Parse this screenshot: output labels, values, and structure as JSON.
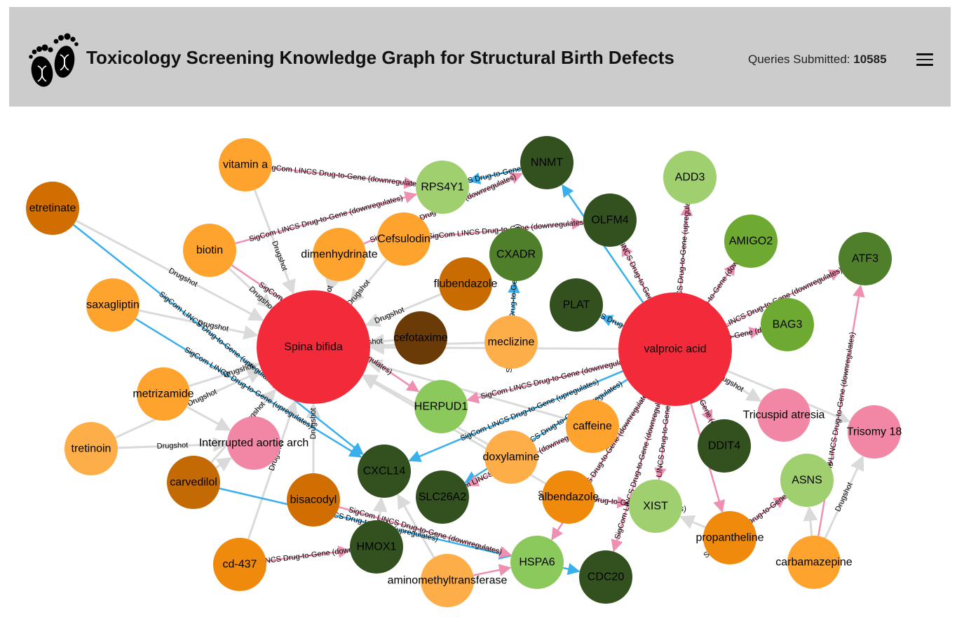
{
  "header": {
    "title": "Toxicology Screening Knowledge Graph for Structural Birth Defects",
    "queries_label": "Queries Submitted:",
    "queries_value": "10585",
    "logo_icon": "baby-footprints-dna-icon",
    "menu_icon": "hamburger-menu-icon"
  },
  "colors": {
    "header_bg": "#cccccc",
    "edge_gray": "#dadada",
    "edge_blue": "#39b0ec",
    "edge_pink": "#ef8fb2"
  },
  "graph": {
    "nodes": [
      {
        "id": "spina",
        "label": "Spina bifida",
        "color": "#f32a3a",
        "size": "large"
      },
      {
        "id": "valproic",
        "label": "valproic acid",
        "color": "#f32a3a",
        "size": "large"
      },
      {
        "id": "vitamin_a",
        "label": "vitamin a",
        "color": "#fea42e"
      },
      {
        "id": "etretinate",
        "label": "etretinate",
        "color": "#d16e02"
      },
      {
        "id": "biotin",
        "label": "biotin",
        "color": "#fea42e"
      },
      {
        "id": "saxagliptin",
        "label": "saxagliptin",
        "color": "#fea42e"
      },
      {
        "id": "metrizamide",
        "label": "metrizamide",
        "color": "#fea42e"
      },
      {
        "id": "tretinoin",
        "label": "tretinoin",
        "color": "#feae48"
      },
      {
        "id": "carvedilol",
        "label": "carvedilol",
        "color": "#c36a04"
      },
      {
        "id": "cd437",
        "label": "cd-437",
        "color": "#f08a0c"
      },
      {
        "id": "interrupted",
        "label": "Interrupted aortic arch",
        "color": "#f186a5"
      },
      {
        "id": "dimenhydrinate",
        "label": "dimenhydrinate",
        "color": "#fea42e"
      },
      {
        "id": "cefsulodin",
        "label": "Cefsulodin",
        "color": "#fea42e"
      },
      {
        "id": "rps4y1",
        "label": "RPS4Y1",
        "color": "#9fcf6f"
      },
      {
        "id": "nnmt",
        "label": "NNMT",
        "color": "#33511f"
      },
      {
        "id": "olfm4",
        "label": "OLFM4",
        "color": "#33511f"
      },
      {
        "id": "cxadr",
        "label": "CXADR",
        "color": "#4f7f2a"
      },
      {
        "id": "flubendazole",
        "label": "flubendazole",
        "color": "#c86c02"
      },
      {
        "id": "plat",
        "label": "PLAT",
        "color": "#33511f"
      },
      {
        "id": "cefotaxime",
        "label": "cefotaxime",
        "color": "#6b3b07"
      },
      {
        "id": "meclizine",
        "label": "meclizine",
        "color": "#feae48"
      },
      {
        "id": "herpud1",
        "label": "HERPUD1",
        "color": "#8bc95c"
      },
      {
        "id": "caffeine",
        "label": "caffeine",
        "color": "#fea42e"
      },
      {
        "id": "doxylamine",
        "label": "doxylamine",
        "color": "#feae48"
      },
      {
        "id": "albendazole",
        "label": "albendazole",
        "color": "#f08a0c"
      },
      {
        "id": "cxcl14",
        "label": "CXCL14",
        "color": "#33511f"
      },
      {
        "id": "slc26a2",
        "label": "SLC26A2",
        "color": "#33511f"
      },
      {
        "id": "bisacodyl",
        "label": "bisacodyl",
        "color": "#d16e02"
      },
      {
        "id": "hmox1",
        "label": "HMOX1",
        "color": "#33511f"
      },
      {
        "id": "aminomethyl",
        "label": "aminomethyltransferase",
        "color": "#feae48"
      },
      {
        "id": "hspa6",
        "label": "HSPA6",
        "color": "#8bc95c"
      },
      {
        "id": "cdc20",
        "label": "CDC20",
        "color": "#33511f"
      },
      {
        "id": "add3",
        "label": "ADD3",
        "color": "#9fcf6f"
      },
      {
        "id": "amigo2",
        "label": "AMIGO2",
        "color": "#6ea932"
      },
      {
        "id": "atf3",
        "label": "ATF3",
        "color": "#4f7f2a"
      },
      {
        "id": "bag3",
        "label": "BAG3",
        "color": "#6ea932"
      },
      {
        "id": "tricuspid",
        "label": "Tricuspid atresia",
        "color": "#f186a5"
      },
      {
        "id": "trisomy",
        "label": "Trisomy 18",
        "color": "#f186a5"
      },
      {
        "id": "ddit4",
        "label": "DDIT4",
        "color": "#33511f"
      },
      {
        "id": "asns",
        "label": "ASNS",
        "color": "#9fcf6f"
      },
      {
        "id": "xist",
        "label": "XIST",
        "color": "#9fcf6f"
      },
      {
        "id": "propantheline",
        "label": "propantheline",
        "color": "#f08a0c"
      },
      {
        "id": "carbamazepine",
        "label": "carbamazepine",
        "color": "#fea42e"
      }
    ],
    "edges": [
      {
        "source": "vitamin_a",
        "target": "spina",
        "type": "gray",
        "label": "Drugshot"
      },
      {
        "source": "etretinate",
        "target": "spina",
        "type": "gray",
        "label": "Drugshot"
      },
      {
        "source": "biotin",
        "target": "spina",
        "type": "gray",
        "label": "Drugshot"
      },
      {
        "source": "saxagliptin",
        "target": "spina",
        "type": "gray",
        "label": "Drugshot"
      },
      {
        "source": "metrizamide",
        "target": "spina",
        "type": "gray",
        "label": "Drugshot"
      },
      {
        "source": "tretinoin",
        "target": "spina",
        "type": "gray",
        "label": "Drugshot"
      },
      {
        "source": "carvedilol",
        "target": "spina",
        "type": "gray",
        "label": "Drugshot"
      },
      {
        "source": "cd437",
        "target": "spina",
        "type": "gray",
        "label": "Drugshot"
      },
      {
        "source": "dimenhydrinate",
        "target": "spina",
        "type": "gray",
        "label": "Drugshot"
      },
      {
        "source": "cefsulodin",
        "target": "spina",
        "type": "gray",
        "label": "Drugshot"
      },
      {
        "source": "flubendazole",
        "target": "spina",
        "type": "gray",
        "label": "Drugshot"
      },
      {
        "source": "cefotaxime",
        "target": "spina",
        "type": "gray",
        "label": "Drugshot"
      },
      {
        "source": "meclizine",
        "target": "spina",
        "type": "gray",
        "label": ""
      },
      {
        "source": "bisacodyl",
        "target": "spina",
        "type": "gray",
        "label": "Drugshot"
      },
      {
        "source": "caffeine",
        "target": "spina",
        "type": "gray",
        "label": ""
      },
      {
        "source": "doxylamine",
        "target": "spina",
        "type": "gray",
        "label": ""
      },
      {
        "source": "albendazole",
        "target": "spina",
        "type": "gray",
        "label": ""
      },
      {
        "source": "valproic",
        "target": "spina",
        "type": "gray",
        "label": ""
      },
      {
        "source": "tretinoin",
        "target": "interrupted",
        "type": "gray",
        "label": "Drugshot"
      },
      {
        "source": "carvedilol",
        "target": "interrupted",
        "type": "gray",
        "label": ""
      },
      {
        "source": "metrizamide",
        "target": "interrupted",
        "type": "gray",
        "label": ""
      },
      {
        "source": "valproic",
        "target": "tricuspid",
        "type": "gray",
        "label": "Drugshot"
      },
      {
        "source": "valproic",
        "target": "trisomy",
        "type": "gray",
        "label": ""
      },
      {
        "source": "carbamazepine",
        "target": "trisomy",
        "type": "gray",
        "label": "Drugshot"
      },
      {
        "source": "carbamazepine",
        "target": "asns",
        "type": "gray",
        "label": ""
      },
      {
        "source": "propantheline",
        "target": "xist",
        "type": "gray",
        "label": ""
      },
      {
        "source": "hmox1",
        "target": "cxcl14",
        "type": "gray",
        "label": ""
      },
      {
        "source": "aminomethyl",
        "target": "cxcl14",
        "type": "gray",
        "label": ""
      },
      {
        "source": "etretinate",
        "target": "cxcl14",
        "type": "blue",
        "label": "SigCom LINCS Drug-to-Gene (upregulates)"
      },
      {
        "source": "saxagliptin",
        "target": "cxcl14",
        "type": "blue",
        "label": "SigCom LINCS Drug-to-Gene (upregulates)"
      },
      {
        "source": "carvedilol",
        "target": "hspa6",
        "type": "blue",
        "label": "SigCom LINCS Drug-to-Gene (upregulates)"
      },
      {
        "source": "valproic",
        "target": "cxcl14",
        "type": "blue",
        "label": "SigCom LINCS Drug-to-Gene (upregulates)"
      },
      {
        "source": "valproic",
        "target": "slc26a2",
        "type": "blue",
        "label": "SigCom LINCS Drug-to-Gene (upregulates)"
      },
      {
        "source": "valproic",
        "target": "plat",
        "type": "blue",
        "label": "SigCom LINCS Drug-to-Gene (upregulates)"
      },
      {
        "source": "nnmt",
        "target": "rps4y1",
        "type": "blue",
        "label": "SigCom LINCS Drug-to-Gene (upregulates)"
      },
      {
        "source": "hspa6",
        "target": "cdc20",
        "type": "blue",
        "label": ""
      },
      {
        "source": "valproic",
        "target": "nnmt",
        "type": "blue",
        "label": ""
      },
      {
        "source": "valproic",
        "target": "add3",
        "type": "blue",
        "label": "SigCom LINCS Drug-to-Gene (upregulates)"
      },
      {
        "source": "vitamin_a",
        "target": "rps4y1",
        "type": "pink",
        "label": "SigCom LINCS Drug-to-Gene (downregulates)"
      },
      {
        "source": "biotin",
        "target": "rps4y1",
        "type": "pink",
        "label": "SigCom LINCS Drug-to-Gene (downregulates)"
      },
      {
        "source": "biotin",
        "target": "herpud1",
        "type": "pink",
        "label": "SigCom LINCS Drug-to-Gene (downregulates)"
      },
      {
        "source": "cd437",
        "target": "hmox1",
        "type": "pink",
        "label": "SigCom LINCS Drug-to-Gene (downregulates)"
      },
      {
        "source": "bisacodyl",
        "target": "hspa6",
        "type": "pink",
        "label": "SigCom LINCS Drug-to-Gene (downregulates)"
      },
      {
        "source": "aminomethyl",
        "target": "hspa6",
        "type": "pink",
        "label": ""
      },
      {
        "source": "valproic",
        "target": "herpud1",
        "type": "pink",
        "label": "SigCom LINCS Drug-to-Gene (downregulates)"
      },
      {
        "source": "valproic",
        "target": "add3",
        "type": "pink",
        "label": ""
      },
      {
        "source": "valproic",
        "target": "olfm4",
        "type": "pink",
        "label": "SigCom LINCS Drug-to-Gene (downregulates)"
      },
      {
        "source": "valproic",
        "target": "amigo2",
        "type": "pink",
        "label": "SigCom LINCS Drug-to-Gene (downregulates)"
      },
      {
        "source": "valproic",
        "target": "atf3",
        "type": "pink",
        "label": "SigCom LINCS Drug-to-Gene (downregulates)"
      },
      {
        "source": "valproic",
        "target": "bag3",
        "type": "pink",
        "label": "SigCom LINCS Drug-to-Gene (downregulates)"
      },
      {
        "source": "valproic",
        "target": "ddit4",
        "type": "pink",
        "label": "SigCom LINCS Drug-to-Gene (downregulates)"
      },
      {
        "source": "valproic",
        "target": "xist",
        "type": "pink",
        "label": "SigCom LINCS Drug-to-Gene (downregulates)"
      },
      {
        "source": "valproic",
        "target": "cdc20",
        "type": "pink",
        "label": "SigCom LINCS Drug-to-Gene (downregulates)"
      },
      {
        "source": "valproic",
        "target": "hspa6",
        "type": "pink",
        "label": "SigCom LINCS Drug-to-Gene (downregulates)"
      },
      {
        "source": "valproic",
        "target": "propantheline",
        "type": "pink",
        "label": ""
      },
      {
        "source": "carbamazepine",
        "target": "atf3",
        "type": "pink",
        "label": "SigCom LINCS Drug-to-Gene (downregulates)"
      },
      {
        "source": "propantheline",
        "target": "asns",
        "type": "pink",
        "label": "SigCom LINCS Drug-to-Gene (downregulates)"
      },
      {
        "source": "cefsulodin",
        "target": "olfm4",
        "type": "pink",
        "label": "SigCom LINCS Drug-to-Gene (downregulates)"
      },
      {
        "source": "dimenhydrinate",
        "target": "nnmt",
        "type": "pink",
        "label": "SigCom LINCS Drug-to-Gene (downregulates)"
      },
      {
        "source": "meclizine",
        "target": "cxadr",
        "type": "blue",
        "label": "SigCom LINCS Drug-to-Gene (upregulates)"
      },
      {
        "source": "caffeine",
        "target": "slc26a2",
        "type": "pink",
        "label": "SigCom LINCS Drug-to-Gene (downregulates)"
      },
      {
        "source": "albendazole",
        "target": "xist",
        "type": "pink",
        "label": "SigCom LINCS Drug-to-Gene (upregulates)"
      }
    ]
  }
}
